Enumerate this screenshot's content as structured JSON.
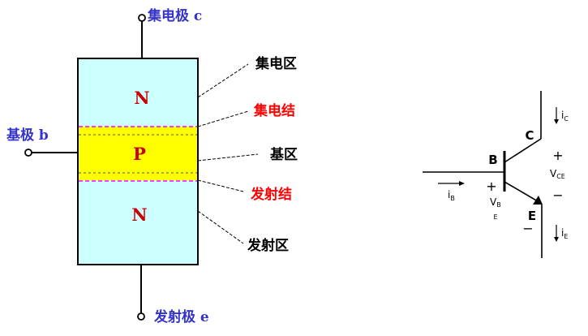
{
  "transistor_structure": {
    "terminals": {
      "collector": "集电极 c",
      "base": "基极 b",
      "emitter": "发射极 e"
    },
    "regions": {
      "top_letter": "N",
      "middle_letter": "P",
      "bottom_letter": "N"
    },
    "annotations": {
      "collector_region": "集电区",
      "collector_junction": "集电结",
      "base_region": "基区",
      "emitter_junction": "发射结",
      "emitter_region": "发射区"
    }
  },
  "circuit_symbol": {
    "pin_labels": {
      "base": "B",
      "collector": "C",
      "emitter": "E"
    },
    "currents": {
      "ic": {
        "base": "i",
        "sub": "C"
      },
      "ib": {
        "base": "i",
        "sub": "B"
      },
      "ie": {
        "base": "i",
        "sub": "E"
      }
    },
    "voltages": {
      "vce": {
        "base": "V",
        "sub": "CE",
        "plus": "+",
        "minus": "−"
      },
      "vbe": {
        "base": "V",
        "sub_top": "B",
        "sub_bottom": "E",
        "plus": "+",
        "minus": "−"
      }
    }
  },
  "colors": {
    "n_region": "#ccffff",
    "p_region": "#ffff00",
    "terminal_text": "#3333cc",
    "junction_text": "#ff0000",
    "region_letter": "#cc0000",
    "junction_line": "#ff00ff",
    "line": "#000000"
  }
}
